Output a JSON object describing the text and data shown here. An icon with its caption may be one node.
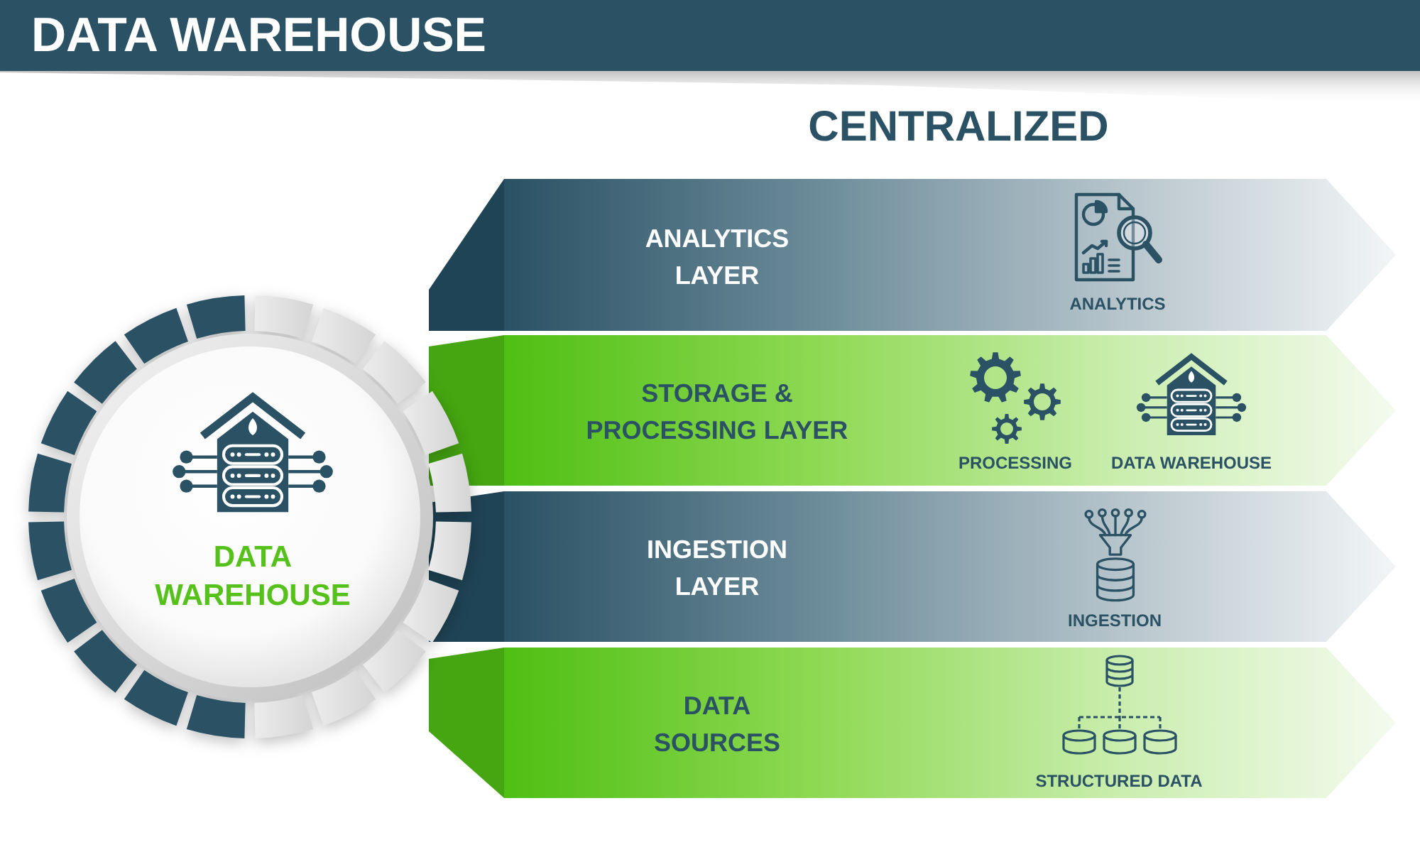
{
  "diagram": {
    "title": "DATA WAREHOUSE",
    "nodes": [
      {
        "text": [
          "DATA WAREHOUSE"
        ]
      },
      {
        "text": [
          "ANALYTICS LAYER",
          "ANALYTICS"
        ]
      },
      {
        "text": [
          "STORAGE & PROCESSING LAYER",
          "PROCESSING",
          "DATA WAREHOUSE"
        ]
      },
      {
        "text": [
          "INGESTION LAYER",
          "INGESTION"
        ]
      },
      {
        "text": [
          "DATA SOURCES",
          "STRUCTURED DATA"
        ]
      }
    ],
    "labels": [
      "CENTRALIZED"
    ]
  }
}
